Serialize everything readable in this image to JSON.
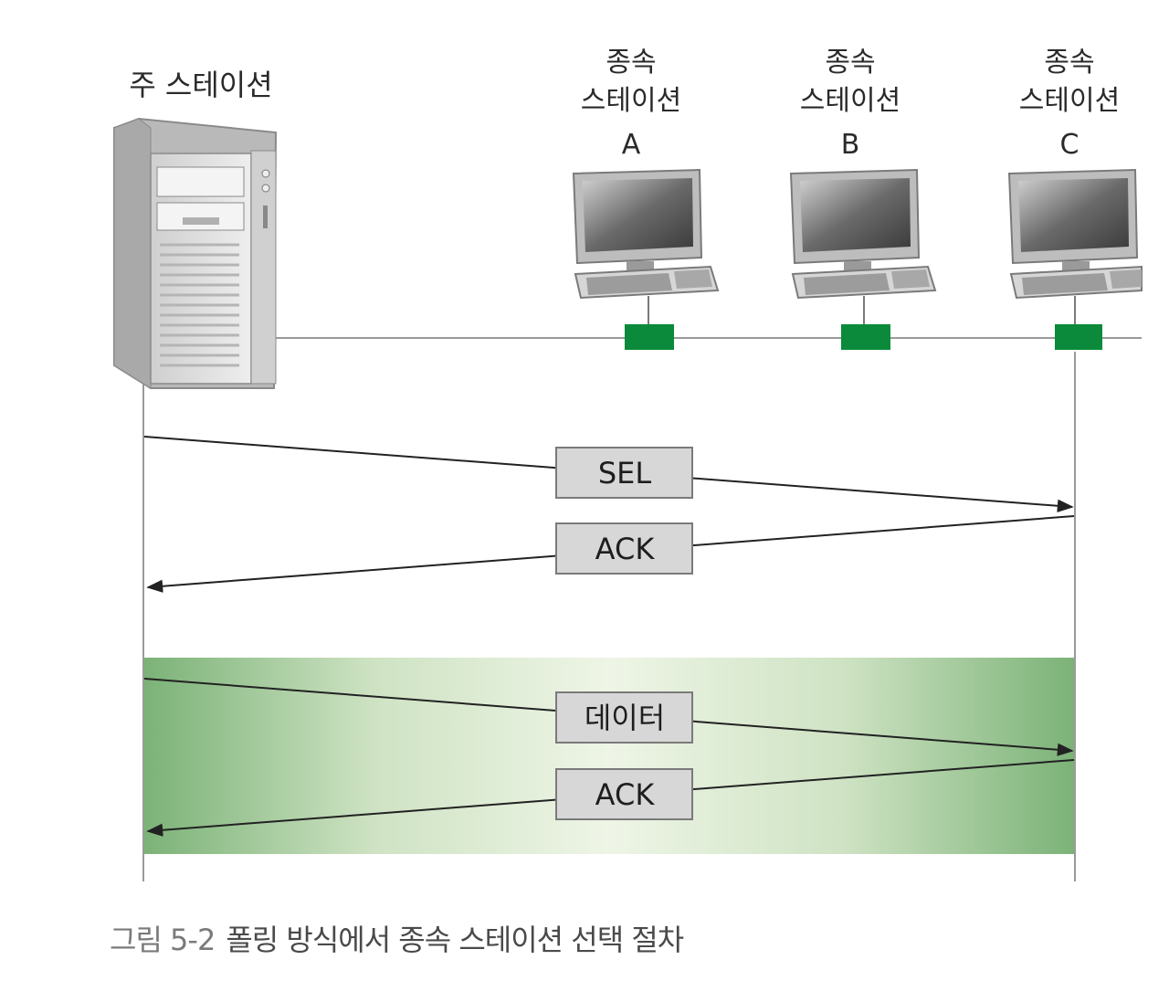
{
  "primary_station": {
    "label": "주 스테이션",
    "icon": "server-tower-icon"
  },
  "secondary_stations": [
    {
      "line1": "종속",
      "line2": "스테이션",
      "id": "A",
      "icon": "desktop-computer-icon"
    },
    {
      "line1": "종속",
      "line2": "스테이션",
      "id": "B",
      "icon": "desktop-computer-icon"
    },
    {
      "line1": "종속",
      "line2": "스테이션",
      "id": "C",
      "icon": "desktop-computer-icon"
    }
  ],
  "messages": {
    "sel": "SEL",
    "ack1": "ACK",
    "data": "데이터",
    "ack2": "ACK"
  },
  "colors": {
    "connector": "#0a8a3a",
    "data_band_edge": "#7fb27a",
    "data_band_center": "#eef5e6",
    "message_box": "#d7d7d7"
  },
  "caption": {
    "number": "그림 5-2",
    "title": "폴링 방식에서 종속 스테이션 선택 절차"
  }
}
